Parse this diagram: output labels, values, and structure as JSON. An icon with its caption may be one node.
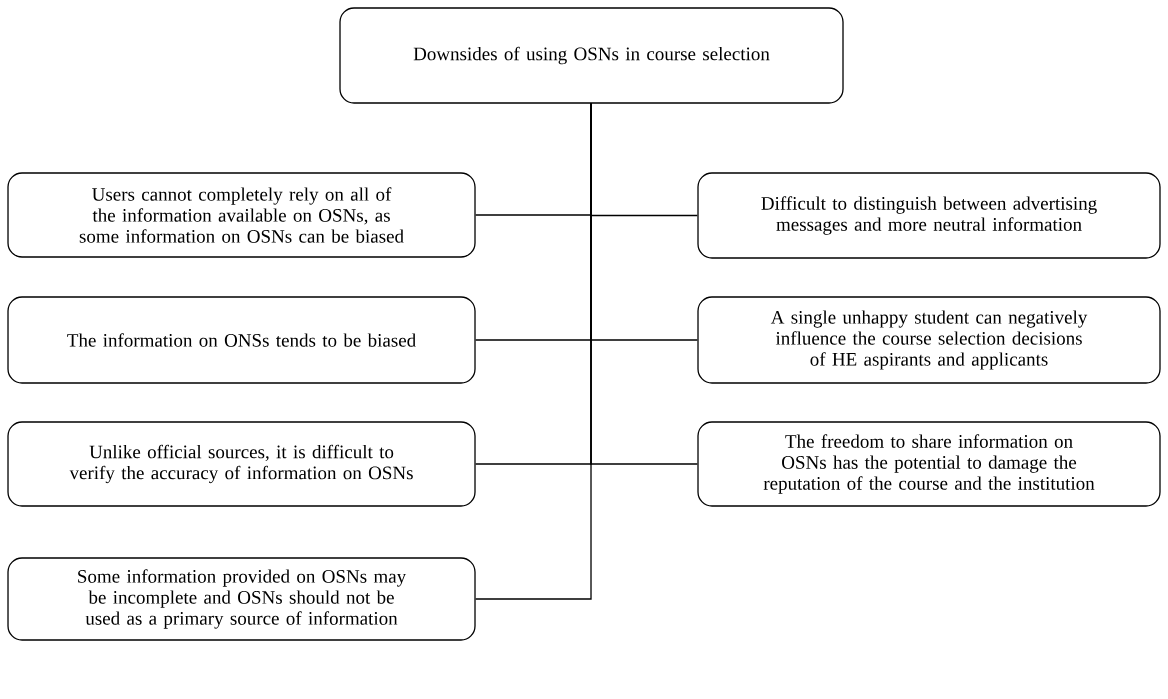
{
  "diagram": {
    "nodes": [
      {
        "text": [
          "Downsides of using OSNs in course selection"
        ]
      },
      {
        "text": [
          "Users cannot completely rely on all of the information available on OSNs, as some information on OSNs can be biased"
        ]
      },
      {
        "text": [
          "The information on ONSs tends to be biased"
        ]
      },
      {
        "text": [
          "Unlike official sources, it is difficult to verify the accuracy of information on OSNs"
        ]
      },
      {
        "text": [
          "Some information provided on OSNs may be incomplete and OSNs should not be used as a primary source of information"
        ]
      },
      {
        "text": [
          "Difficult to distinguish between advertising messages and more neutral information"
        ]
      },
      {
        "text": [
          "A single unhappy student can negatively influence the course selection decisions of HE aspirants and applicants"
        ]
      },
      {
        "text": [
          "The freedom to share information on OSNs has the potential to damage the reputation of the course and the institution"
        ]
      }
    ],
    "edges": [
      {
        "from": 0,
        "to": 1,
        "arrow": "none"
      },
      {
        "from": 0,
        "to": 2,
        "arrow": "none"
      },
      {
        "from": 0,
        "to": 3,
        "arrow": "none"
      },
      {
        "from": 0,
        "to": 4,
        "arrow": "none"
      },
      {
        "from": 0,
        "to": 5,
        "arrow": "none"
      },
      {
        "from": 0,
        "to": 6,
        "arrow": "none"
      },
      {
        "from": 0,
        "to": 7,
        "arrow": "none"
      }
    ]
  }
}
